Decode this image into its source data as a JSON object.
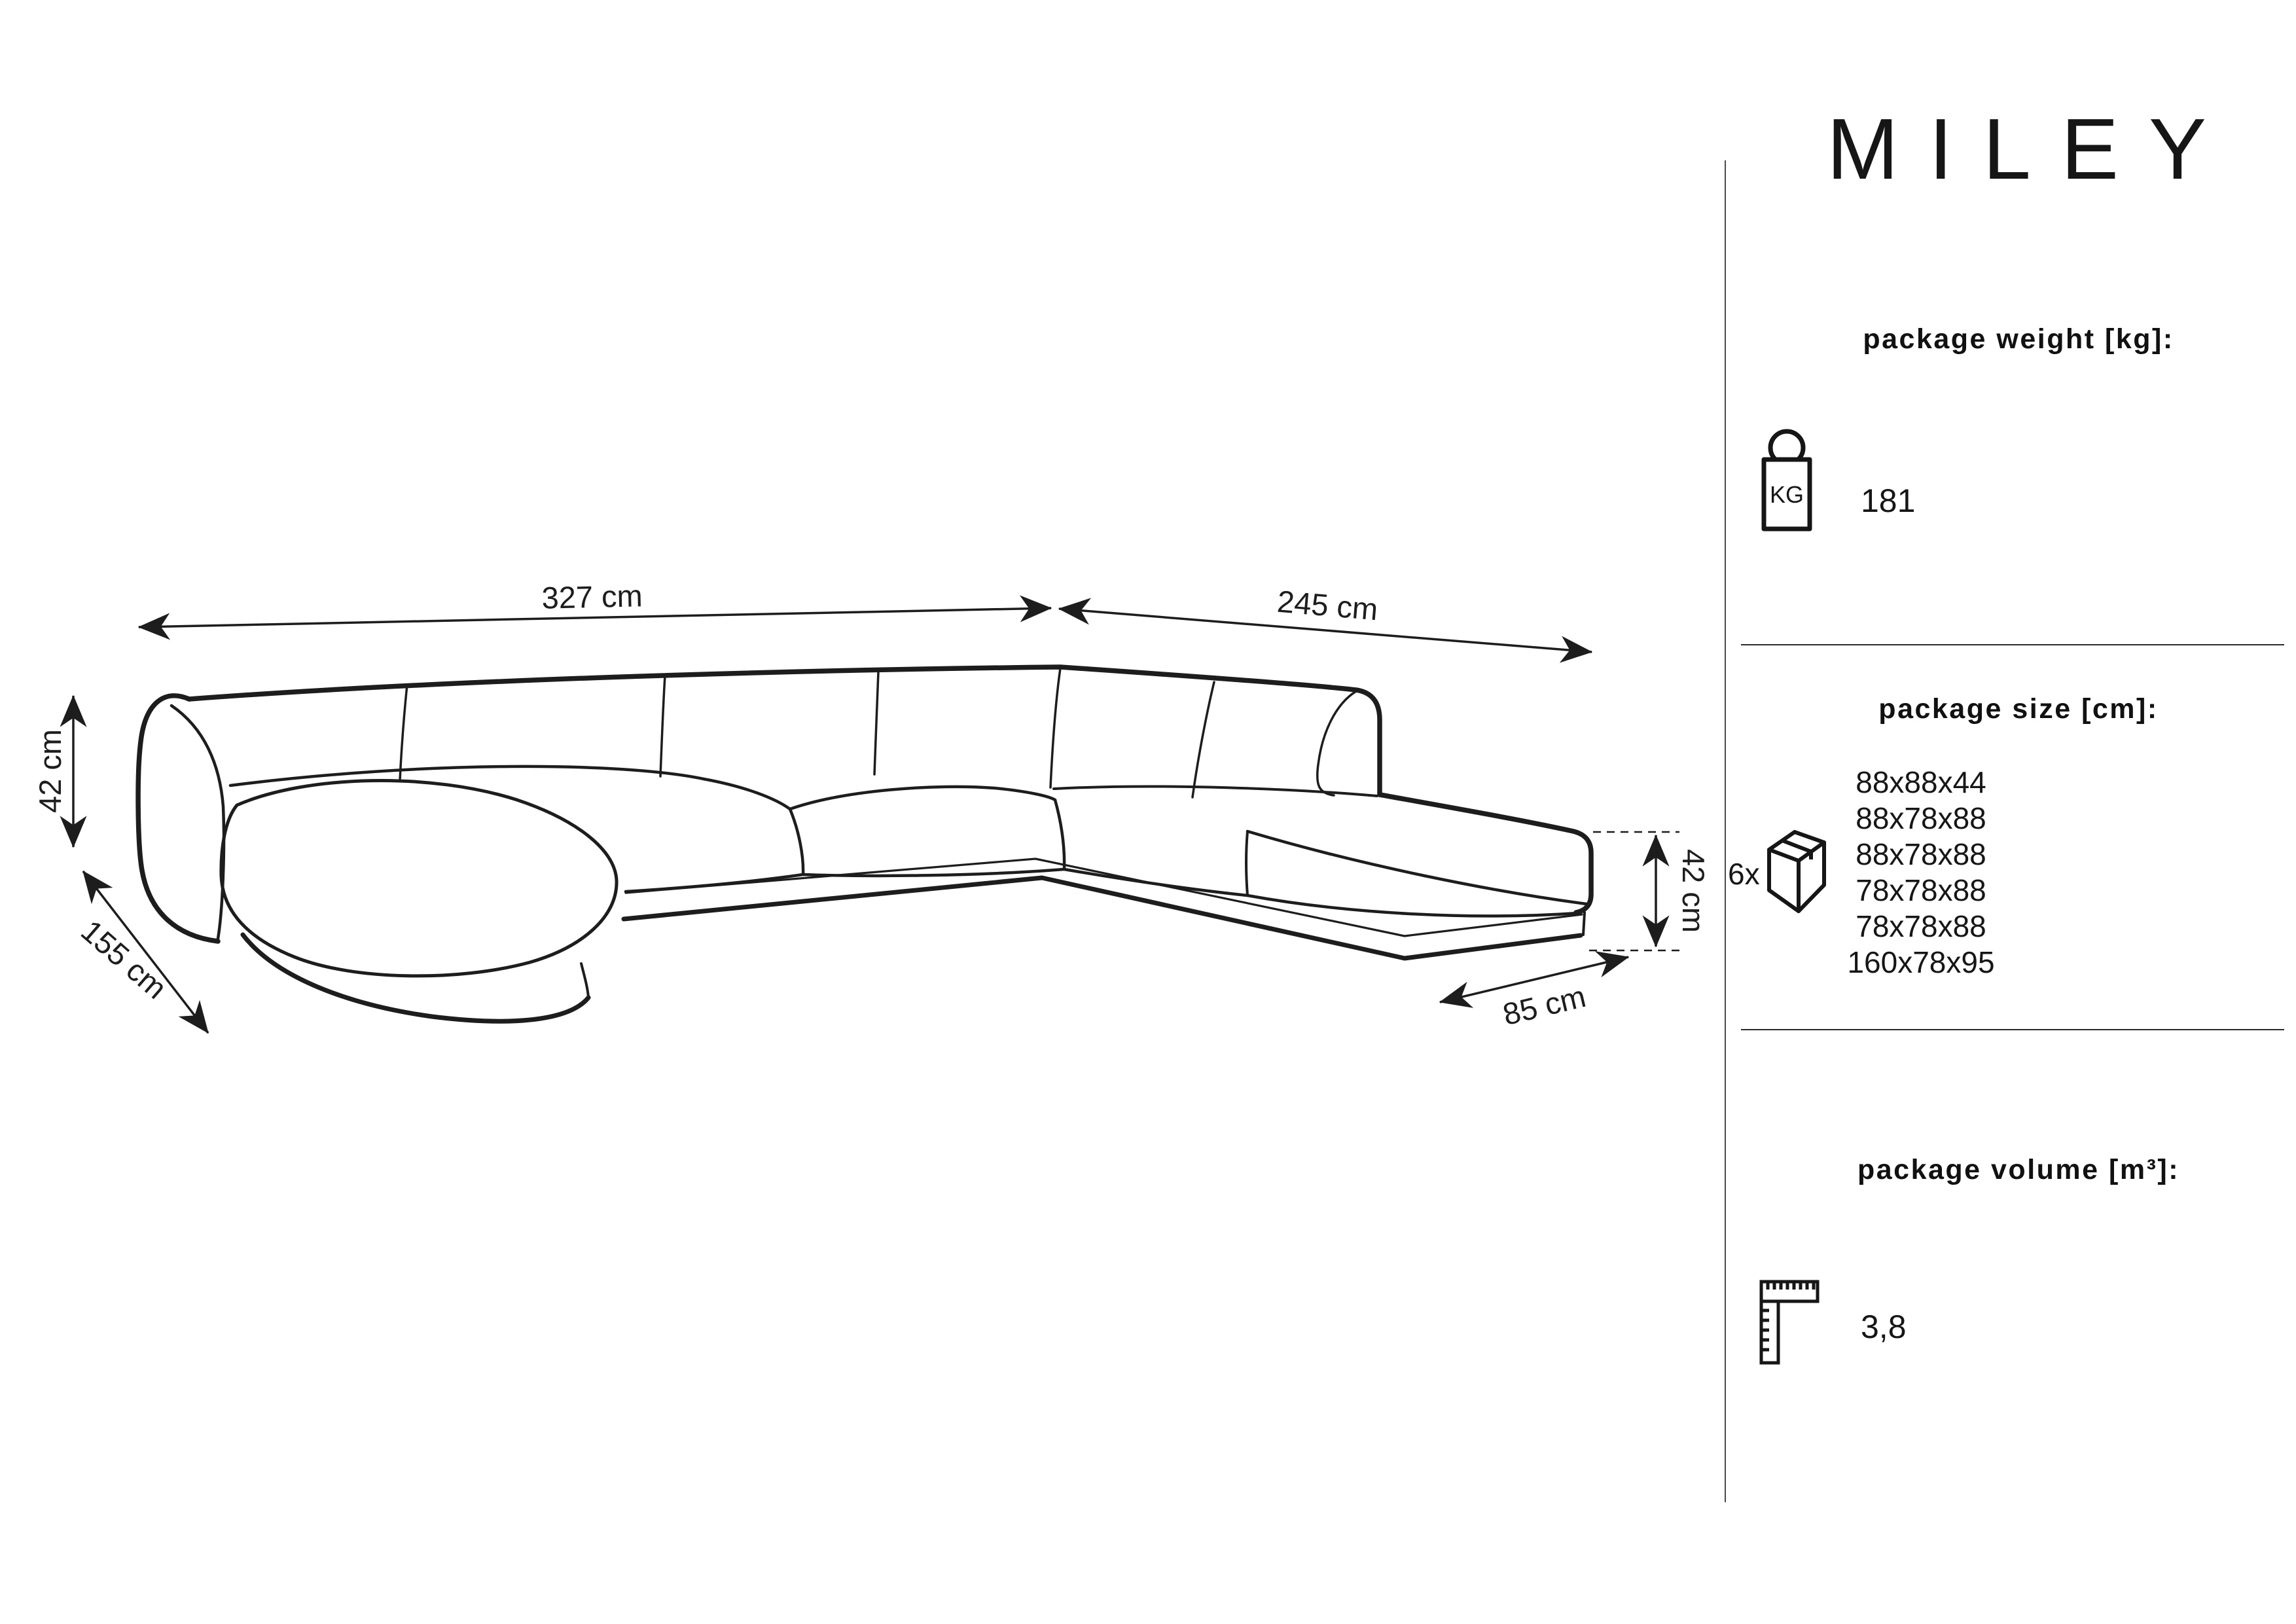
{
  "title": "MILEY",
  "diagram": {
    "dimensions": {
      "total_width": "327 cm",
      "side_width": "245 cm",
      "seat_height_left": "42 cm",
      "chaise_depth": "155 cm",
      "open_end_width": "85 cm",
      "seat_height_right": "42 cm"
    }
  },
  "panel": {
    "weight": {
      "heading": "package weight [kg]:",
      "icon": "kg-bag-icon",
      "value": "181"
    },
    "size": {
      "heading": "package size [cm]:",
      "icon": "package-box-icon",
      "count_label": "6x",
      "values": [
        "88x88x44",
        "88x78x88",
        "88x78x88",
        "78x78x88",
        "78x78x88",
        "160x78x95"
      ]
    },
    "volume": {
      "heading": "package volume [m³]:",
      "icon": "ruler-icon",
      "value": "3,8"
    }
  },
  "colors": {
    "line": "#1d1d1d",
    "background": "#ffffff"
  }
}
